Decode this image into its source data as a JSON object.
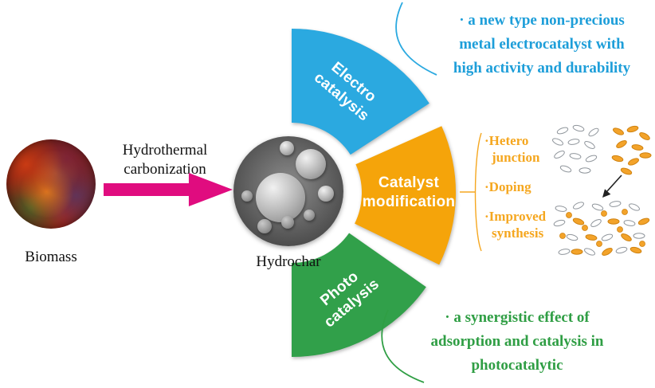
{
  "figure": {
    "biomass_label": "Biomass",
    "hydrochar_label": "Hydrochar",
    "process_label_lines": [
      "Hydrothermal",
      "carbonization"
    ],
    "arrow_color": "#e00c7f"
  },
  "wedges": {
    "electro": {
      "lines": [
        "Electro",
        "catalysis"
      ],
      "color": "#2ba9e0"
    },
    "modification": {
      "lines": [
        "Catalyst",
        "modification"
      ],
      "color": "#f5a40a"
    },
    "photo": {
      "lines": [
        "Photo",
        "catalysis"
      ],
      "color": "#31a04a"
    }
  },
  "notes": {
    "electro": {
      "color": "#1d9ed9",
      "lines": [
        "· a new type non-precious",
        "metal electrocatalyst with",
        "high activity and durability"
      ]
    },
    "modification": {
      "color": "#f5a720",
      "items": [
        {
          "bullet_line": "·Hetero",
          "cont_line": "junction"
        },
        {
          "bullet_line": "·Doping",
          "cont_line": ""
        },
        {
          "bullet_line": "·Improved",
          "cont_line": "synthesis"
        }
      ]
    },
    "photo": {
      "color": "#2f9e44",
      "lines": [
        "· a synergistic effect of",
        "adsorption and catalysis in",
        "photocatalytic"
      ]
    }
  }
}
